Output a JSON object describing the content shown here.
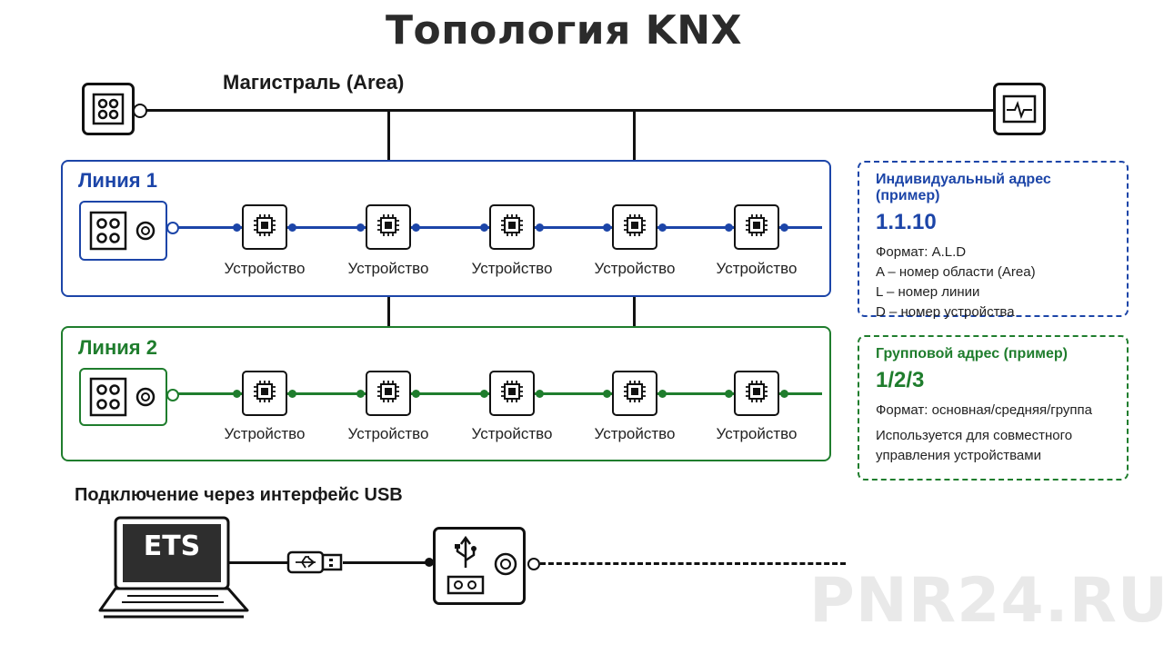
{
  "title": "Топология KNX",
  "backbone": {
    "label": "Магистраль (Area)"
  },
  "lines": [
    {
      "title": "Линия 1",
      "color": "#1c45a8",
      "devices": [
        "Устройство",
        "Устройство",
        "Устройство",
        "Устройство",
        "Устройство"
      ]
    },
    {
      "title": "Линия 2",
      "color": "#1f7d2d",
      "devices": [
        "Устройство",
        "Устройство",
        "Устройство",
        "Устройство",
        "Устройство"
      ]
    }
  ],
  "individual_address": {
    "heading": "Индивидуальный адрес (пример)",
    "example": "1.1.10",
    "format": "Формат: A.L.D",
    "rows": [
      "A – номер области (Area)",
      "L – номер линии",
      "D – номер устройства"
    ]
  },
  "group_address": {
    "heading": "Групповой адрес (пример)",
    "example": "1/2/3",
    "format": "Формат: основная/средняя/группа",
    "rows": [
      "Используется для совместного",
      "управления устройствами"
    ]
  },
  "usb": {
    "title": "Подключение через интерфейс USB",
    "laptop_label": "ETS"
  },
  "watermark": "PNR24.RU",
  "icons": {
    "power_supply": "power-supply-icon",
    "monitor": "monitor-icon",
    "device": "chip-icon",
    "usb": "usb-icon"
  }
}
